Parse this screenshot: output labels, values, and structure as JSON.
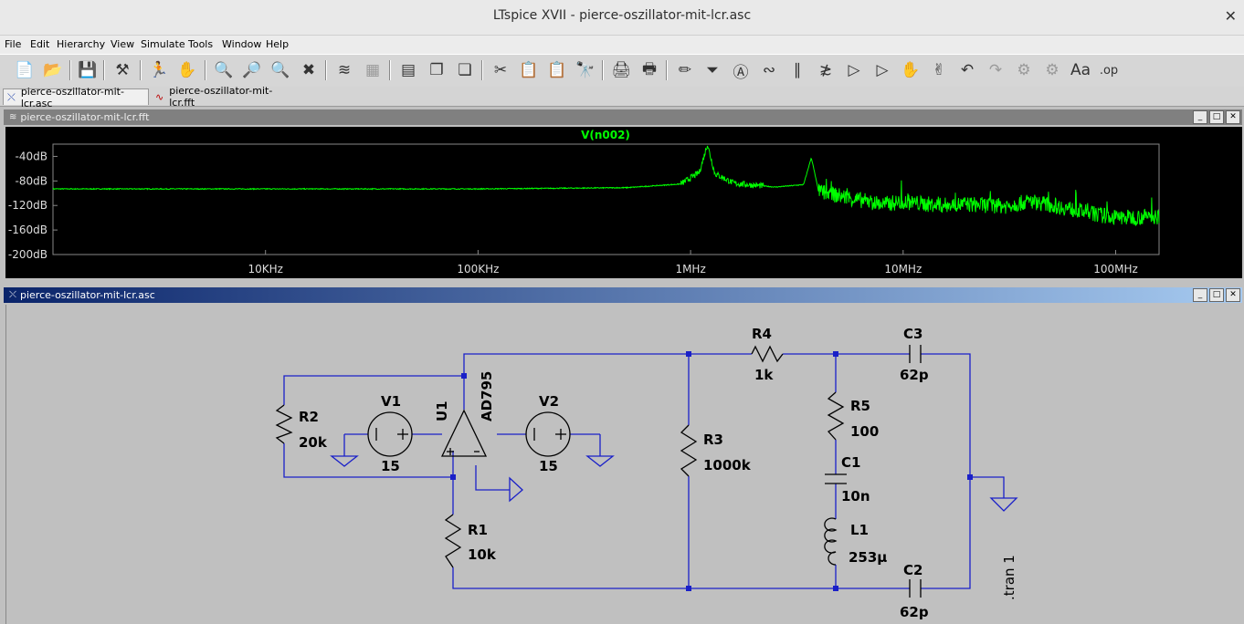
{
  "window": {
    "title": "LTspice XVII - pierce-oszillator-mit-lcr.asc",
    "close_glyph": "✕"
  },
  "menu": [
    "File",
    "Edit",
    "Hierarchy",
    "View",
    "Simulate",
    "Tools",
    "Window",
    "Help"
  ],
  "toolbar_icons": [
    "new-schematic",
    "open",
    "save",
    "control-panel",
    "run",
    "halt",
    "zoom-in",
    "pan",
    "zoom-out",
    "zoom-fit",
    "autorange",
    "pick-visible",
    "tile-horizontal",
    "cascade",
    "tile-vertical",
    "cut",
    "copy",
    "paste",
    "find",
    "print",
    "print-setup",
    "draw-wire",
    "ground",
    "label-net",
    "resistor",
    "capacitor",
    "inductor",
    "diode",
    "component",
    "move",
    "drag",
    "undo",
    "redo",
    "rotate",
    "mirror",
    "text",
    "spice-directive"
  ],
  "tabs": [
    {
      "label": "pierce-oszillator-mit-lcr.asc",
      "icon": "schematic-icon",
      "active": true
    },
    {
      "label": "pierce-oszillator-mit-lcr.fft",
      "icon": "waveform-icon",
      "active": false
    }
  ],
  "fft_window": {
    "title": "pierce-oszillator-mit-lcr.fft",
    "active": false,
    "buttons": [
      "_",
      "□",
      "✕"
    ]
  },
  "schematic_window": {
    "title": "pierce-oszillator-mit-lcr.asc",
    "active": true,
    "buttons": [
      "_",
      "□",
      "✕"
    ]
  },
  "chart_data": {
    "type": "line",
    "title": "V(n002)",
    "xlabel": "",
    "ylabel": "",
    "x_scale": "log",
    "x_ticks": [
      "10KHz",
      "100KHz",
      "1MHz",
      "10MHz",
      "100MHz"
    ],
    "y_ticks": [
      "-40dB",
      "-80dB",
      "-120dB",
      "-160dB",
      "-200dB"
    ],
    "ylim": [
      -200,
      -20
    ],
    "xlim_hz": [
      1000,
      160000000
    ],
    "series": [
      {
        "name": "V(n002)",
        "color": "#00ff00",
        "points": [
          [
            1000,
            -93
          ],
          [
            10000,
            -93
          ],
          [
            100000,
            -93
          ],
          [
            500000,
            -91
          ],
          [
            900000,
            -85
          ],
          [
            1100000,
            -66
          ],
          [
            1200000,
            -20
          ],
          [
            1300000,
            -68
          ],
          [
            1600000,
            -84
          ],
          [
            2500000,
            -90
          ],
          [
            3400000,
            -86
          ],
          [
            3700000,
            -42
          ],
          [
            4000000,
            -97
          ],
          [
            6000000,
            -110
          ],
          [
            8000000,
            -118
          ],
          [
            10000000,
            -114
          ],
          [
            15000000,
            -120
          ],
          [
            20000000,
            -118
          ],
          [
            30000000,
            -121
          ],
          [
            40000000,
            -113
          ],
          [
            60000000,
            -125
          ],
          [
            80000000,
            -134
          ],
          [
            100000000,
            -140
          ],
          [
            160000000,
            -138
          ]
        ]
      }
    ]
  },
  "schematic": {
    "components": [
      {
        "ref": "R4",
        "value": "1k"
      },
      {
        "ref": "C3",
        "value": "62p"
      },
      {
        "ref": "R2",
        "value": "20k"
      },
      {
        "ref": "V1",
        "value": "15"
      },
      {
        "ref": "U1",
        "value": "AD795"
      },
      {
        "ref": "V2",
        "value": "15"
      },
      {
        "ref": "R3",
        "value": "1000k"
      },
      {
        "ref": "R5",
        "value": "100"
      },
      {
        "ref": "C1",
        "value": "10n"
      },
      {
        "ref": "L1",
        "value": "253µ"
      },
      {
        "ref": "R1",
        "value": "10k"
      },
      {
        "ref": "C2",
        "value": "62p"
      }
    ],
    "directive": ".tran 1",
    "wire_color": "#1a20c8",
    "text_color": "#000000"
  }
}
